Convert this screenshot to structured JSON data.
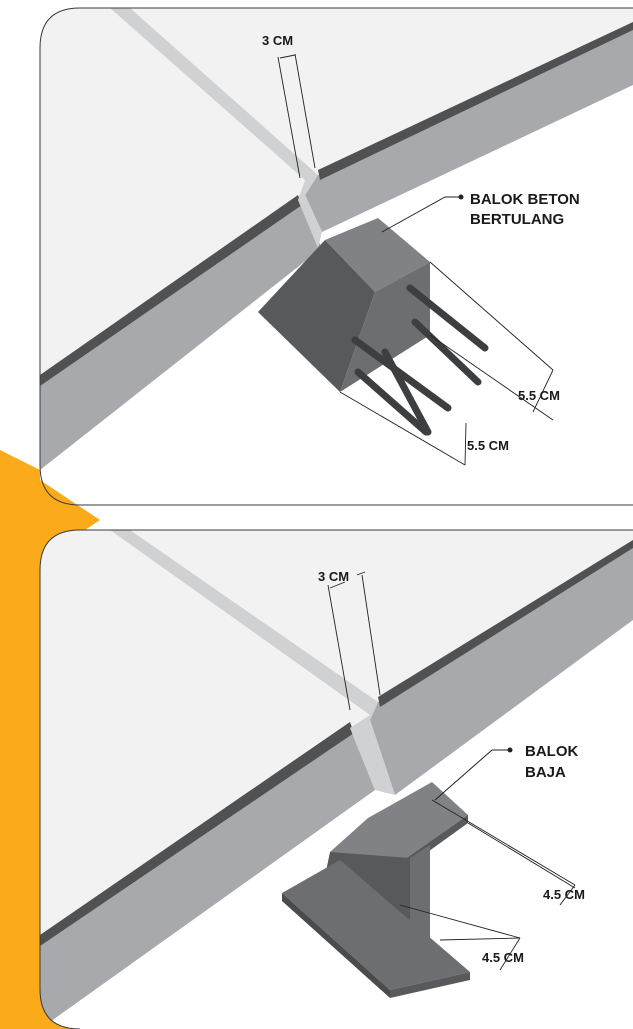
{
  "colors": {
    "accent": "#FBAA19",
    "slab_top": "#F2F2F2",
    "slab_side": "#A7A9AC",
    "slab_groove": "#505153",
    "beam_dark": "#58595B",
    "beam_mid": "#6D6E71",
    "beam_light": "#808285"
  },
  "panels": [
    {
      "gap_label": "3 CM",
      "beam_label_line1": "BALOK BETON",
      "beam_label_line2": "BERTULANG",
      "dim_label_a": "5.5 CM",
      "dim_label_b": "5.5 CM"
    },
    {
      "gap_label": "3 CM",
      "beam_label_line1": "BALOK",
      "beam_label_line2": "BAJA",
      "dim_label_a": "4.5 CM",
      "dim_label_b": "4.5 CM"
    }
  ]
}
